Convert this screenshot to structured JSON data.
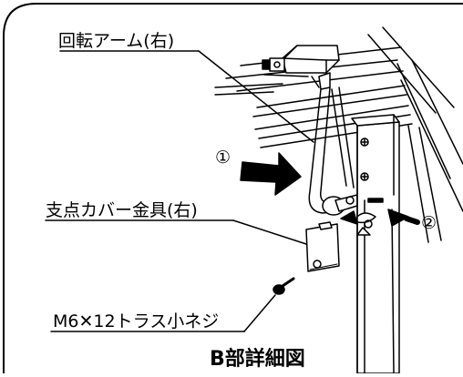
{
  "labels": {
    "arm": "回転アーム(右)",
    "cover": "支点カバー金具(右)",
    "screw": "M6✕12トラス小ネジ"
  },
  "callouts": {
    "step1": "①",
    "step2": "②"
  },
  "caption": "B部詳細図"
}
